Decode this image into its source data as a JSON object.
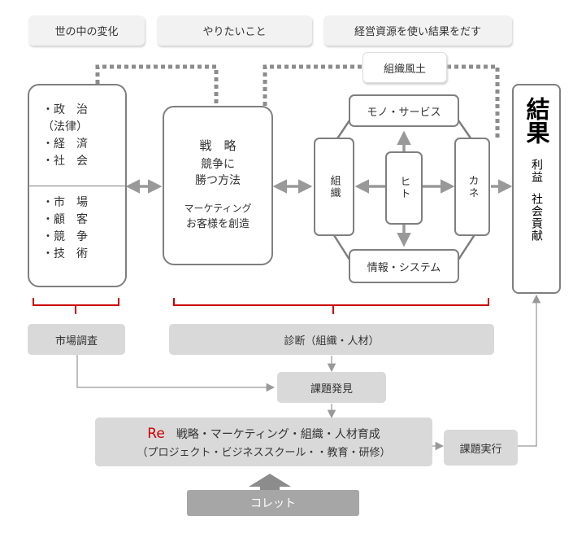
{
  "top_labels": {
    "world": "世の中の変化",
    "want": "やりたいこと",
    "resources": "経営資源を使い結果をだす"
  },
  "culture": "組織風土",
  "environment": {
    "macro": [
      "・政　治",
      "（法律）",
      "・経　済",
      "・社　会"
    ],
    "micro": [
      "・市　場",
      "・顧　客",
      "・競　争",
      "・技　術"
    ]
  },
  "strategy": {
    "title": "戦　略",
    "line1": "競争に",
    "line2": "勝つ方法",
    "line3": "マーケティング",
    "line4": "お客様を創造"
  },
  "resources": {
    "goods": "モノ・サービス",
    "org": "組織",
    "people": "ヒト",
    "money": "カネ",
    "info": "情報・システム"
  },
  "result": {
    "title": "結果",
    "profit": "利益",
    "contribution": "社会貢献"
  },
  "process": {
    "market_research": "市場調査",
    "diagnosis": "診断（組織・人材）",
    "issue_found": "課題発見",
    "re_prefix": "Re",
    "re_line1": "戦略・マーケティング・組織・人材育成",
    "re_line2": "（プロジェクト・ビジネススクール・・教育・研修）",
    "execution": "課題実行",
    "collet": "コレット"
  },
  "colors": {
    "accent_red": "#cc0000",
    "border": "#7f7f7f",
    "arrow": "#999999"
  }
}
